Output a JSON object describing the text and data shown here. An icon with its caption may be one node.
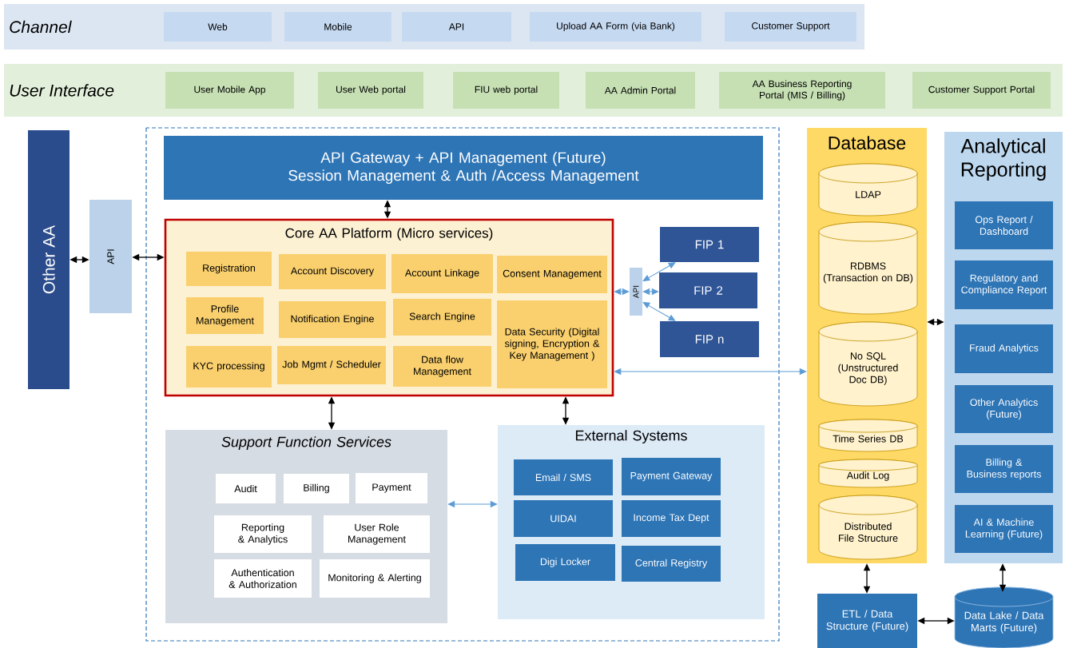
{
  "diagram": {
    "nodes": [
      {
        "text": [
          "Channel"
        ]
      },
      {
        "text": [
          "Web"
        ],
        "in": 0
      },
      {
        "text": [
          "Mobile"
        ],
        "in": 0
      },
      {
        "text": [
          "API"
        ],
        "in": 0
      },
      {
        "text": [
          "Upload AA Form (via Bank)"
        ],
        "in": 0
      },
      {
        "text": [
          "Customer Support"
        ],
        "in": 0
      },
      {
        "text": [
          "User Interface"
        ]
      },
      {
        "text": [
          "User Mobile App"
        ],
        "in": 6
      },
      {
        "text": [
          "User Web portal"
        ],
        "in": 6
      },
      {
        "text": [
          "FIU web portal"
        ],
        "in": 6
      },
      {
        "text": [
          "AA Admin Portal"
        ],
        "in": 6
      },
      {
        "text": [
          "AA Business Reporting Portal (MIS / Billing)"
        ],
        "in": 6
      },
      {
        "text": [
          "Customer Support Portal"
        ],
        "in": 6
      },
      {
        "text": [
          "Other AA"
        ]
      },
      {
        "text": [
          "API"
        ]
      },
      {
        "text": [
          "API Gateway + API Management (Future)",
          "Session Management & Auth /Access Management"
        ]
      },
      {
        "text": [
          "Core AA Platform (Micro services)"
        ]
      },
      {
        "text": [
          "Registration"
        ],
        "in": 16
      },
      {
        "text": [
          "Account Discovery"
        ],
        "in": 16
      },
      {
        "text": [
          "Account Linkage"
        ],
        "in": 16
      },
      {
        "text": [
          "Consent Management"
        ],
        "in": 16
      },
      {
        "text": [
          "Profile Management"
        ],
        "in": 16
      },
      {
        "text": [
          "Notification Engine"
        ],
        "in": 16
      },
      {
        "text": [
          "Search Engine"
        ],
        "in": 16
      },
      {
        "text": [
          "Data Security (Digital signing, Encryption & Key Management )"
        ],
        "in": 16
      },
      {
        "text": [
          "KYC processing"
        ],
        "in": 16
      },
      {
        "text": [
          "Job Mgmt / Scheduler"
        ],
        "in": 16
      },
      {
        "text": [
          "Data flow Management"
        ],
        "in": 16
      },
      {
        "text": [
          "FIP 1"
        ]
      },
      {
        "text": [
          "API"
        ]
      },
      {
        "text": [
          "FIP 2"
        ]
      },
      {
        "text": [
          "FIP n"
        ]
      },
      {
        "text": [
          "Support Function Services"
        ]
      },
      {
        "text": [
          "Audit"
        ],
        "in": 32
      },
      {
        "text": [
          "Billing"
        ],
        "in": 32
      },
      {
        "text": [
          "Payment"
        ],
        "in": 32
      },
      {
        "text": [
          "Reporting & Analytics"
        ],
        "in": 32
      },
      {
        "text": [
          "User Role Management"
        ],
        "in": 32
      },
      {
        "text": [
          "Authentication & Authorization"
        ],
        "in": 32
      },
      {
        "text": [
          "Monitoring & Alerting"
        ],
        "in": 32
      },
      {
        "text": [
          "External Systems"
        ]
      },
      {
        "text": [
          "Email / SMS"
        ],
        "in": 40
      },
      {
        "text": [
          "Payment Gateway"
        ],
        "in": 40
      },
      {
        "text": [
          "UIDAI"
        ],
        "in": 40
      },
      {
        "text": [
          "Income Tax Dept"
        ],
        "in": 40
      },
      {
        "text": [
          "Digi Locker"
        ],
        "in": 40
      },
      {
        "text": [
          "Central Registry"
        ],
        "in": 40
      },
      {
        "text": [
          "Database"
        ]
      },
      {
        "text": [
          "LDAP"
        ],
        "in": 47
      },
      {
        "text": [
          "RDBMS (Transaction on DB)"
        ],
        "in": 47
      },
      {
        "text": [
          "No SQL (Unstructured Doc DB)"
        ],
        "in": 47
      },
      {
        "text": [
          "Time Series DB"
        ],
        "in": 47
      },
      {
        "text": [
          "Audit Log"
        ],
        "in": 47
      },
      {
        "text": [
          "Distributed File Structure"
        ],
        "in": 47
      },
      {
        "text": [
          "Analytical Reporting"
        ]
      },
      {
        "text": [
          "Ops Report / Dashboard"
        ],
        "in": 54
      },
      {
        "text": [
          "Regulatory and Compliance Report"
        ],
        "in": 54
      },
      {
        "text": [
          "Fraud Analytics"
        ],
        "in": 54
      },
      {
        "text": [
          "Other Analytics (Future)"
        ],
        "in": 54
      },
      {
        "text": [
          "Billing & Business reports"
        ],
        "in": 54
      },
      {
        "text": [
          "AI & Machine Learning (Future)"
        ],
        "in": 54
      },
      {
        "text": [
          "ETL / Data Structure (Future)"
        ]
      },
      {
        "text": [
          "Data Lake / Data Marts (Future)"
        ]
      }
    ],
    "edges": [
      {
        "from": 13,
        "to": 14,
        "arrow": "both"
      },
      {
        "from": 14,
        "to": 16,
        "arrow": "both"
      },
      {
        "from": 15,
        "to": 16,
        "arrow": "both"
      },
      {
        "from": 16,
        "to": 32,
        "arrow": "both"
      },
      {
        "from": 16,
        "to": 40,
        "arrow": "both"
      },
      {
        "from": 16,
        "to": 29,
        "arrow": "both",
        "color": "#5b9bd5"
      },
      {
        "from": 29,
        "to": 28,
        "arrow": "both",
        "color": "#5b9bd5"
      },
      {
        "from": 29,
        "to": 30,
        "arrow": "both",
        "color": "#5b9bd5"
      },
      {
        "from": 29,
        "to": 31,
        "arrow": "both",
        "color": "#5b9bd5"
      },
      {
        "from": 16,
        "to": 47,
        "arrow": "both",
        "color": "#5b9bd5"
      },
      {
        "from": 32,
        "to": 40,
        "arrow": "both",
        "color": "#5b9bd5"
      },
      {
        "from": 47,
        "to": 54,
        "arrow": "both"
      },
      {
        "from": 47,
        "to": 61,
        "arrow": "both"
      },
      {
        "from": 54,
        "to": 62,
        "arrow": "both"
      },
      {
        "from": 61,
        "to": 62,
        "arrow": "both"
      }
    ]
  }
}
